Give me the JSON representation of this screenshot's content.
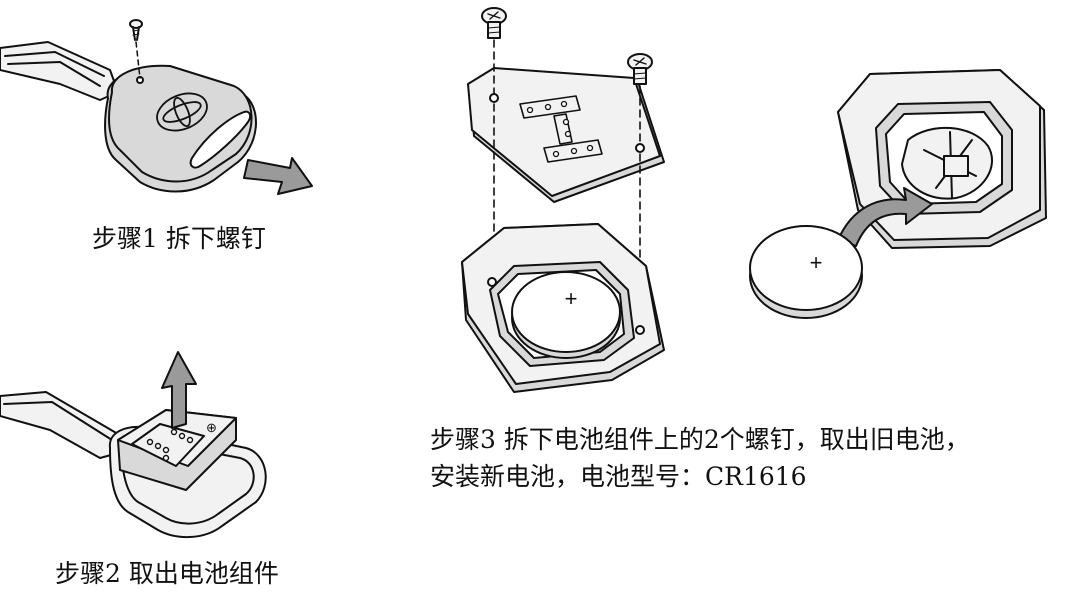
{
  "steps": [
    {
      "caption": "步骤1 拆下螺钉"
    },
    {
      "caption": "步骤2 取出电池组件"
    },
    {
      "caption_line1": "步骤3 拆下电池组件上的2个螺钉，取出旧电池，",
      "caption_line2": "安装新电池，电池型号：CR1616"
    }
  ],
  "battery": {
    "symbol": "+"
  }
}
